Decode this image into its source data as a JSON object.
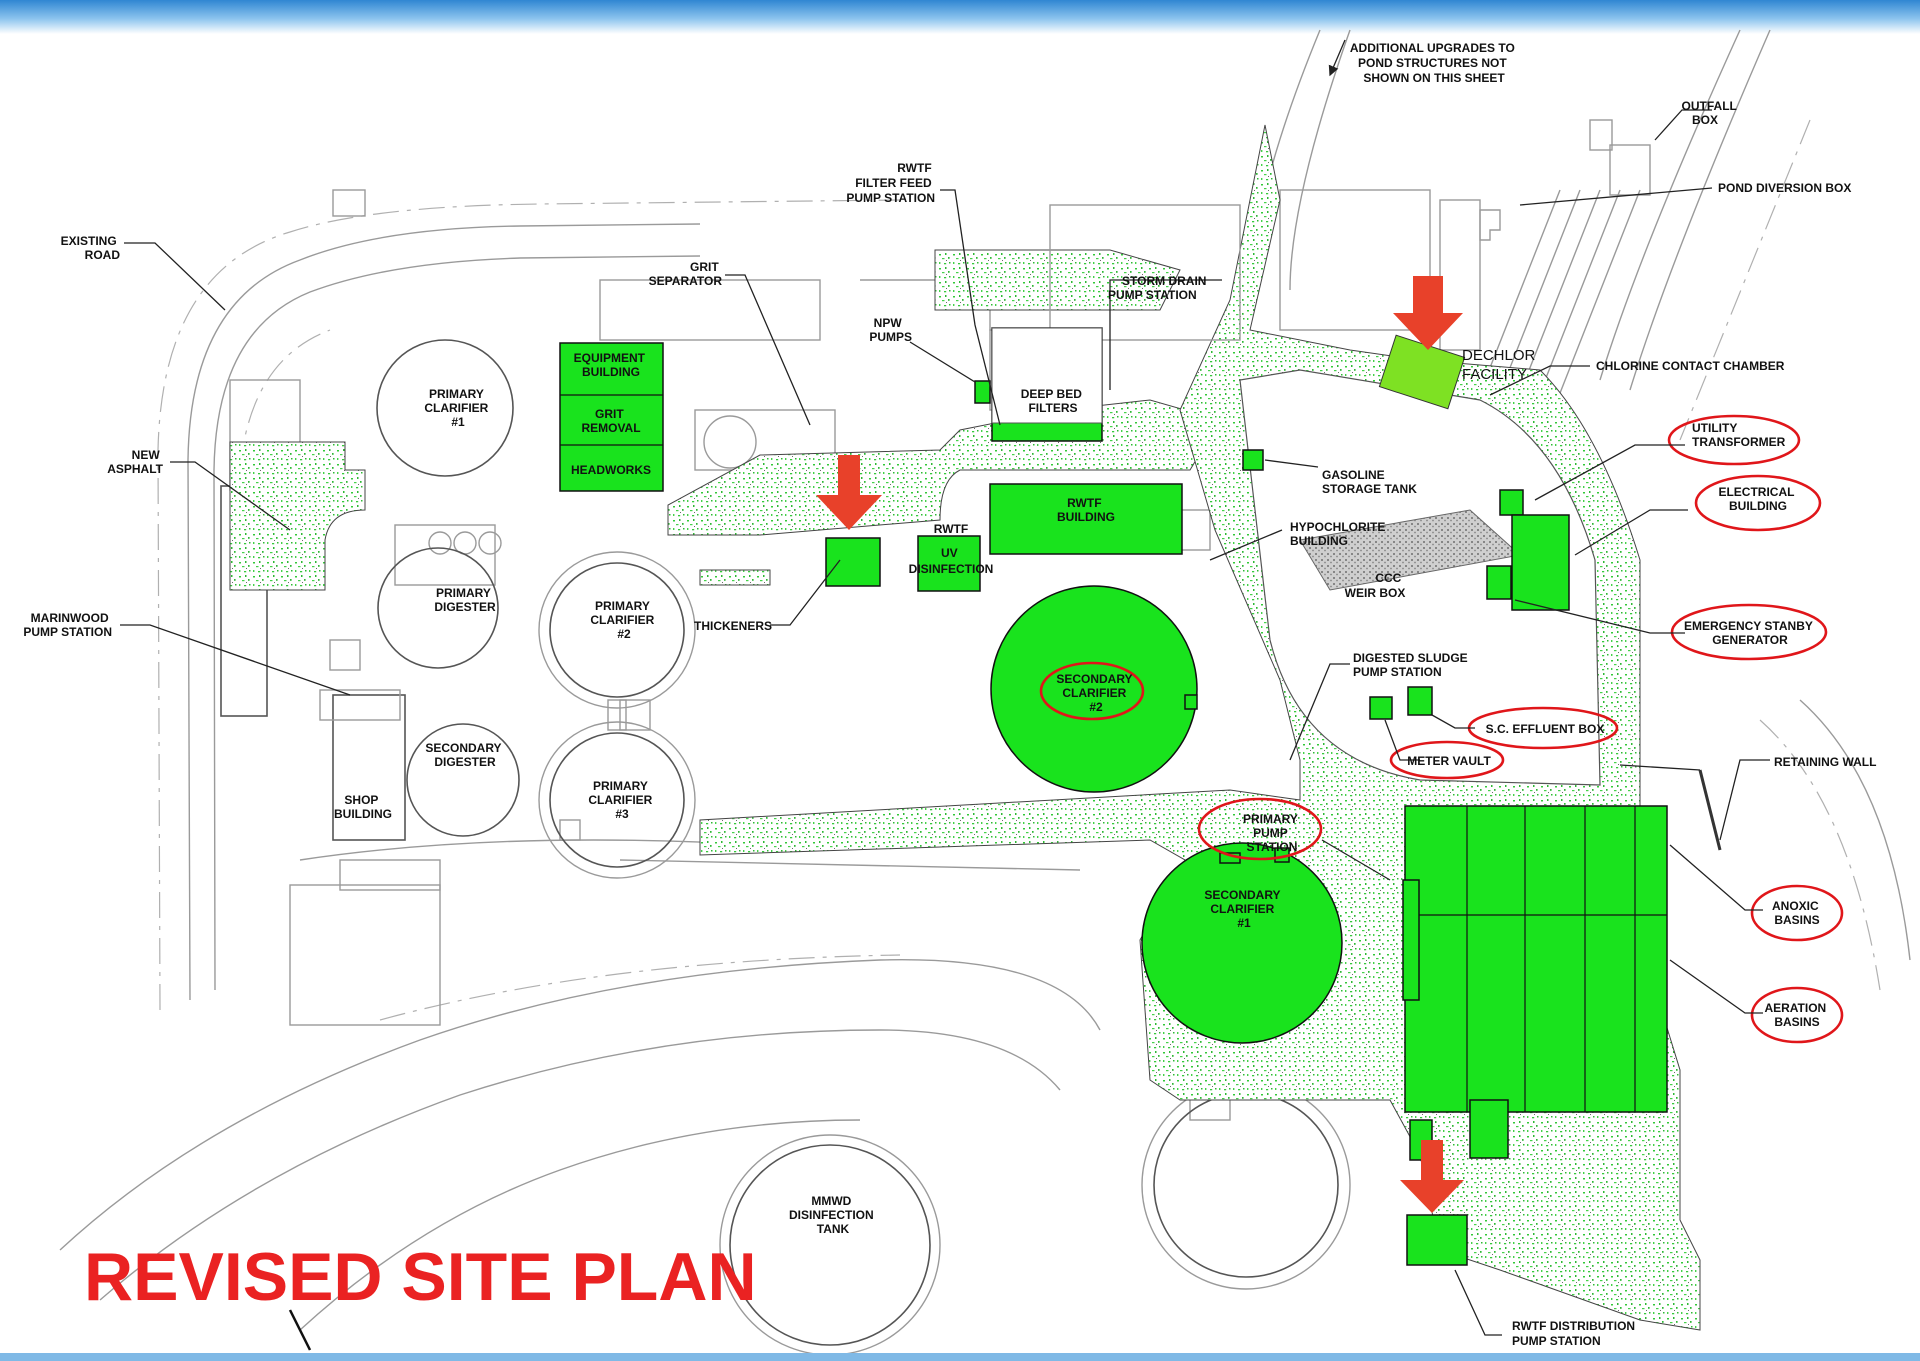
{
  "title": "REVISED SITE PLAN",
  "colors": {
    "new_structure": "#19e31d",
    "new_asphalt": "#b9f0a8",
    "highlight_ring": "#e0161a",
    "arrow": "#e8412a",
    "title": "#ea2222",
    "banner": "#3b8fd6"
  },
  "labels": {
    "additional_upgrades": [
      "ADDITIONAL UPGRADES TO",
      "POND STRUCTURES NOT",
      "SHOWN ON THIS SHEET"
    ],
    "outfall_box": [
      "OUTFALL",
      "BOX"
    ],
    "pond_diversion_box": "POND DIVERSION BOX",
    "existing_road": [
      "EXISTING",
      "ROAD"
    ],
    "rwtf_filter_feed": [
      "RWTF",
      "FILTER FEED",
      "PUMP STATION"
    ],
    "grit_separator": [
      "GRIT",
      "SEPARATOR"
    ],
    "storm_drain": [
      "STORM DRAIN",
      "PUMP STATION"
    ],
    "npw_pumps": [
      "NPW",
      "PUMPS"
    ],
    "dechlor_facility": [
      "DECHLOR",
      "FACILITY"
    ],
    "chlorine_contact_chamber": "CHLORINE CONTACT CHAMBER",
    "primary_clarifier_1": [
      "PRIMARY",
      "CLARIFIER",
      "#1"
    ],
    "equipment_building": [
      "EQUIPMENT",
      "BUILDING"
    ],
    "grit_removal": [
      "GRIT",
      "REMOVAL"
    ],
    "headworks": "HEADWORKS",
    "deep_bed_filters": [
      "DEEP BED",
      "FILTERS"
    ],
    "new_asphalt": [
      "NEW",
      "ASPHALT"
    ],
    "utility_transformer": [
      "UTILITY",
      "TRANSFORMER"
    ],
    "gasoline_storage_tank": [
      "GASOLINE",
      "STORAGE TANK"
    ],
    "electrical_building": [
      "ELECTRICAL",
      "BUILDING"
    ],
    "rwtf_building": [
      "RWTF",
      "BUILDING"
    ],
    "hypochlorite_building": [
      "HYPOCHLORITE",
      "BUILDING"
    ],
    "rwtf_uv": [
      "RWTF"
    ],
    "uv_disinfection": [
      "UV",
      "DISINFECTION"
    ],
    "ccc_weir_box": [
      "CCC",
      "WEIR BOX"
    ],
    "primary_digester": [
      "PRIMARY",
      "DIGESTER"
    ],
    "primary_clarifier_2": [
      "PRIMARY",
      "CLARIFIER",
      "#2"
    ],
    "marinwood_pump_station": [
      "MARINWOOD",
      "PUMP STATION"
    ],
    "thickeners": "THICKENERS",
    "emergency_generator": [
      "EMERGENCY STANBY",
      "GENERATOR"
    ],
    "digested_sludge": [
      "DIGESTED SLUDGE",
      "PUMP STATION"
    ],
    "secondary_clarifier_2": [
      "SECONDARY",
      "CLARIFIER",
      "#2"
    ],
    "sc_effluent_box": "S.C. EFFLUENT BOX",
    "meter_vault": "METER VAULT",
    "secondary_digester": [
      "SECONDARY",
      "DIGESTER"
    ],
    "retaining_wall": "RETAINING WALL",
    "shop_building": [
      "SHOP",
      "BUILDING"
    ],
    "primary_clarifier_3": [
      "PRIMARY",
      "CLARIFIER",
      "#3"
    ],
    "primary_pump_station": [
      "PRIMARY",
      "PUMP",
      "STATION"
    ],
    "secondary_clarifier_1": [
      "SECONDARY",
      "CLARIFIER",
      "#1"
    ],
    "anoxic_basins": [
      "ANOXIC",
      "BASINS"
    ],
    "aeration_basins": [
      "AERATION",
      "BASINS"
    ],
    "mmwd_tank": [
      "MMWD",
      "DISINFECTION",
      "TANK"
    ],
    "rwtf_distribution": [
      "RWTF DISTRIBUTION",
      "PUMP STATION"
    ]
  }
}
